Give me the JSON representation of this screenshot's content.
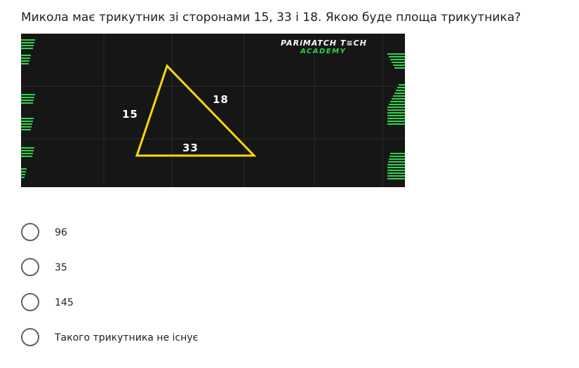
{
  "question": {
    "text": "Микола має трикутник зі сторонами 15, 33 і 18. Якою буде площа трикутника?"
  },
  "figure": {
    "brand_line1": "PARiMATCH T≡CH",
    "brand_line2": "ACADEMY",
    "side_left": "15",
    "side_right": "18",
    "side_bottom": "33",
    "colors": {
      "background": "#161616",
      "triangle": "#f5d90a",
      "accent_green": "#2fd34a",
      "grid": "#2a2a2a",
      "label": "#ffffff"
    }
  },
  "options": [
    {
      "label": "96"
    },
    {
      "label": "35"
    },
    {
      "label": "145"
    },
    {
      "label": "Такого трикутника не існує"
    }
  ]
}
